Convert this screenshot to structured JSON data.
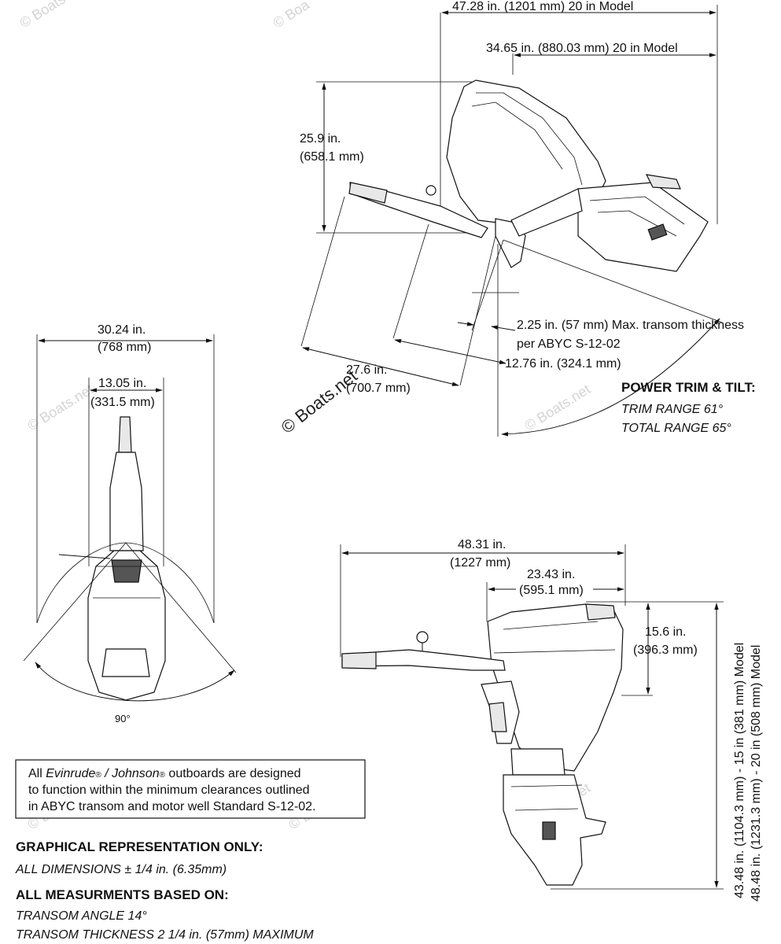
{
  "watermarks": {
    "brand": "© Boats.net",
    "corner_tl": "© Boats",
    "corner_tr": "© Boa"
  },
  "side_tilted": {
    "width_20": "47.28 in. (1201 mm) 20 in Model",
    "width_front": "34.65 in. (880.03 mm) 20 in Model",
    "height_line1": "25.9 in.",
    "height_line2": "(658.1 mm)",
    "transom_line1": "2.25 in. (57 mm) Max. transom thickness",
    "transom_line2": "per ABYC S-12-02",
    "reach_short": "12.76 in. (324.1 mm)",
    "reach_long_line1": "27.6 in.",
    "reach_long_line2": "(700.7 mm)",
    "trim_title": "POWER TRIM & TILT:",
    "trim_range": "TRIM RANGE 61°",
    "total_range": "TOTAL RANGE 65°"
  },
  "top_view": {
    "swing_line1": "30.24 in.",
    "swing_line2": "(768 mm)",
    "width_line1": "13.05 in.",
    "width_line2": "(331.5 mm)",
    "steer_angle": "90°"
  },
  "side_upright": {
    "overall_line1": "48.31 in.",
    "overall_line2": "(1227 mm)",
    "cowl_line1": "23.43 in.",
    "cowl_line2": "(595.1 mm)",
    "cowl_height_line1": "15.6 in.",
    "cowl_height_line2": "(396.3 mm)",
    "total_15": "43.48 in. (1104.3 mm) - 15 in (381 mm) Model",
    "total_20": "48.48 in. (1231.3 mm) - 20 in (508 mm) Model"
  },
  "notice": {
    "p1": "All ",
    "brand1": "Evinrude",
    "reg1": "®",
    "sep": " / ",
    "brand2": "Johnson",
    "reg2": "®",
    "p2": " outboards are designed",
    "line2": "to function within the minimum clearances outlined",
    "line3": "in ABYC transom and motor well Standard S-12-02."
  },
  "footer": {
    "graphic_title": "GRAPHICAL REPRESENTATION ONLY:",
    "tolerance": "ALL DIMENSIONS ± 1/4 in. (6.35mm)",
    "based_title": "ALL MEASURMENTS BASED ON:",
    "transom_angle": "TRANSOM ANGLE 14°",
    "transom_thickness": "TRANSOM THICKNESS 2 1/4 in. (57mm) MAXIMUM"
  }
}
